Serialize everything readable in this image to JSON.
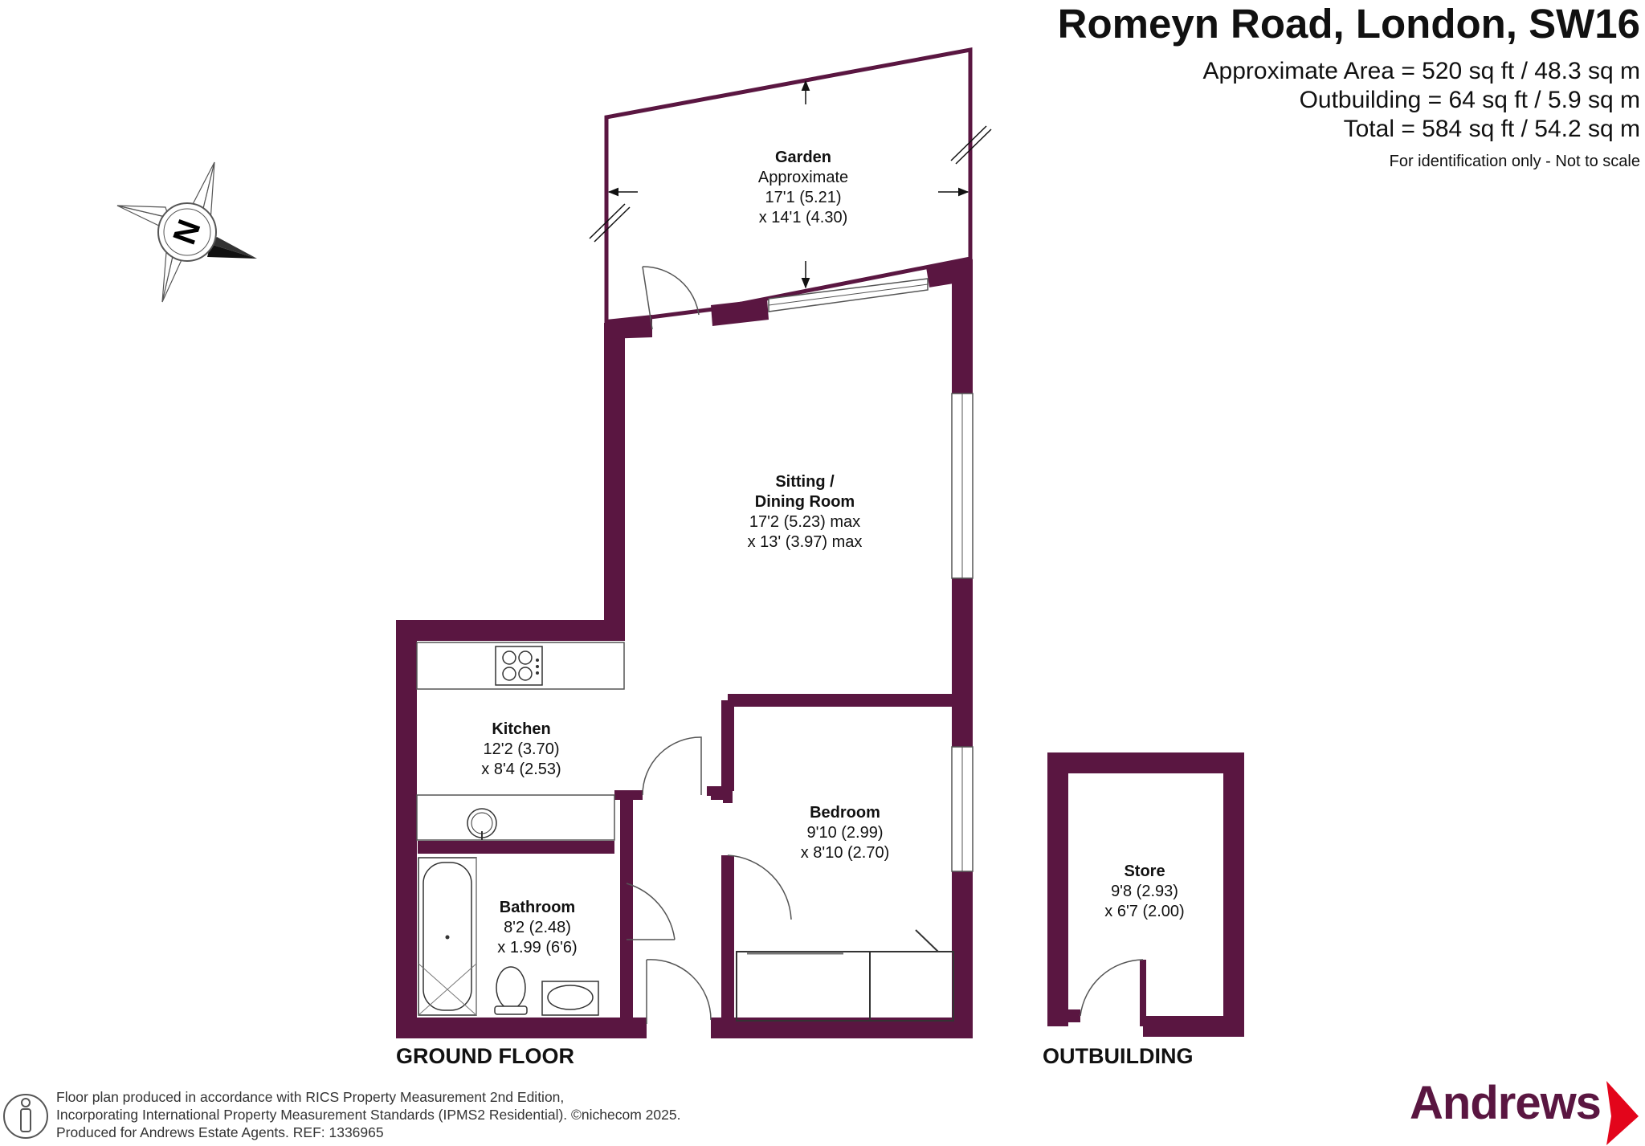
{
  "header": {
    "title": "Romeyn Road, London, SW16",
    "area_lines": [
      "Approximate Area = 520 sq ft / 48.3 sq m",
      "Outbuilding = 64 sq ft / 5.9 sq m",
      "Total = 584 sq ft / 54.2 sq m"
    ],
    "disclaimer": "For identification only - Not to scale"
  },
  "rooms": {
    "garden": {
      "name": "Garden",
      "lines": [
        "Approximate",
        "17'1 (5.21)",
        "x 14'1 (4.30)"
      ]
    },
    "sitting": {
      "name_lines": [
        "Sitting /",
        "Dining Room"
      ],
      "lines": [
        "17'2 (5.23) max",
        "x 13' (3.97) max"
      ]
    },
    "kitchen": {
      "name": "Kitchen",
      "lines": [
        "12'2 (3.70)",
        "x 8'4 (2.53)"
      ]
    },
    "bedroom": {
      "name": "Bedroom",
      "lines": [
        "9'10 (2.99)",
        "x 8'10 (2.70)"
      ]
    },
    "bathroom": {
      "name": "Bathroom",
      "lines": [
        "8'2 (2.48)",
        "x 1.99 (6'6)"
      ]
    },
    "store": {
      "name": "Store",
      "lines": [
        "9'8 (2.93)",
        "x 6'7 (2.00)"
      ]
    }
  },
  "labels": {
    "ground_floor": "GROUND FLOOR",
    "outbuilding": "OUTBUILDING",
    "compass_letter": "N"
  },
  "footer": {
    "lines": [
      "Floor plan produced in accordance with RICS Property Measurement 2nd Edition,",
      "Incorporating International Property Measurement Standards (IPMS2 Residential).   ©nichecom 2025.",
      "Produced for Andrews Estate Agents.   REF: 1336965"
    ]
  },
  "brand": {
    "name": "Andrews"
  },
  "colors": {
    "wall": "#5a1641",
    "accent": "#e3051b",
    "text": "#111111"
  },
  "icons": [
    "compass-icon",
    "person-icon",
    "hob-icon",
    "sink-icon",
    "bath-icon",
    "toilet-icon",
    "basin-icon",
    "brand-chevron-icon"
  ]
}
